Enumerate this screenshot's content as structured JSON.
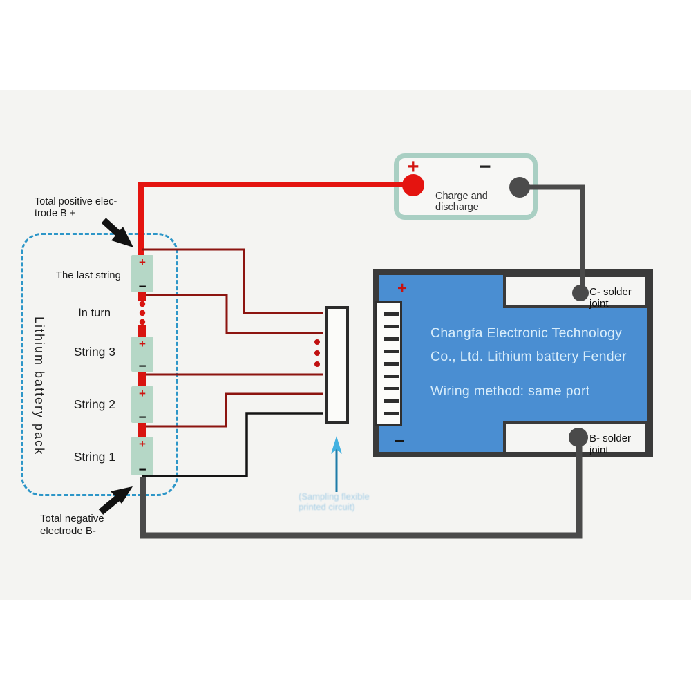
{
  "colors": {
    "background": "#ffffff",
    "panel": "#f4f4f2",
    "wire_red": "#e41410",
    "wire_dark_gray": "#4a4a4a",
    "wire_sample_dark_red": "#8c1410",
    "wire_black": "#141414",
    "cell_green": "#b5d7c6",
    "dashed_border_blue": "#2d96c8",
    "pcb_blue": "#4a8ed2",
    "pcb_border": "#3a3a3a",
    "charge_box_border": "#a9cfc3",
    "arrow_blue": "#43b1e0"
  },
  "battery_pack": {
    "label": "Lithium battery pack",
    "in_turn": "In turn",
    "plus": "+",
    "minus": "−",
    "cells": [
      {
        "label": "The last string"
      },
      {
        "label": "String 3"
      },
      {
        "label": "String 2"
      },
      {
        "label": "String 1"
      }
    ]
  },
  "charge_box": {
    "plus": "+",
    "minus": "−",
    "line1": "Charge and",
    "line2": "discharge"
  },
  "bms_board": {
    "plus": "+",
    "minus": "−",
    "line1": "Changfa Electronic Technology",
    "line2": "Co., Ltd. Lithium battery Fender",
    "line3": "Wiring method: same port",
    "c_solder_joint": "C- solder joint",
    "b_solder_joint": "B- solder joint"
  },
  "annotations": {
    "total_positive_line1": "Total positive elec-",
    "total_positive_line2": "trode B +",
    "total_negative_line1": "Total negative",
    "total_negative_line2": "electrode B-",
    "sampling_line1": "(Sampling flexible",
    "sampling_line2": "printed circuit)"
  }
}
